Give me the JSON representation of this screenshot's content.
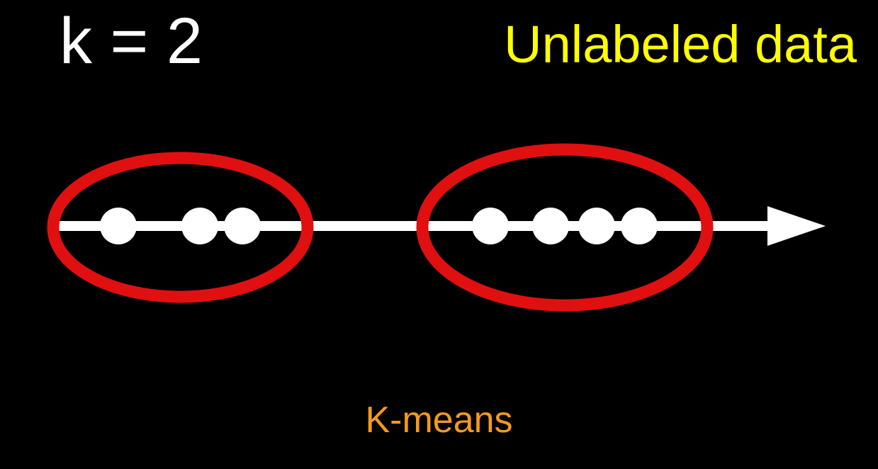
{
  "k_label": "k = 2",
  "title": "Unlabeled data",
  "method_label": "K-means",
  "points": [
    0.55,
    1.7,
    2.3,
    5.8,
    6.65,
    7.3,
    7.9
  ],
  "clusters": [
    {
      "members": [
        0,
        1,
        2
      ]
    },
    {
      "members": [
        3,
        4,
        5,
        6
      ]
    }
  ],
  "colors": {
    "background": "#000000",
    "axis": "#ffffff",
    "point": "#ffffff",
    "cluster_outline": "#e01010",
    "k_label": "#ffffff",
    "title": "#ffff00",
    "method_label": "#f39a1f"
  }
}
